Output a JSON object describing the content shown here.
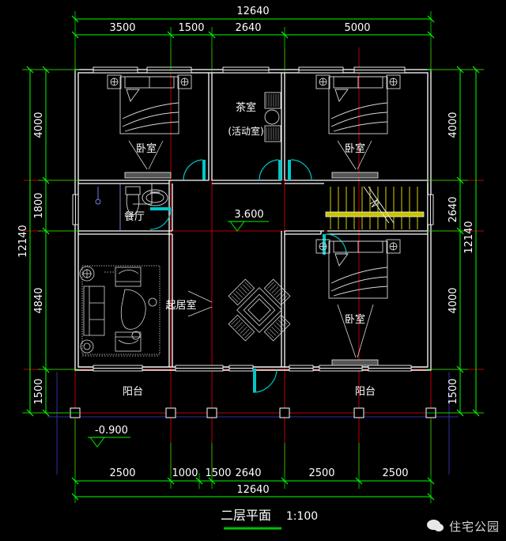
{
  "drawing": {
    "title": "二层平面",
    "scale": "1:100",
    "background_color": "#000000",
    "wall_color": "#ffffff",
    "axis_color": "#ff0000",
    "dimension_color": "#00ff00",
    "door_color": "#00c8c8",
    "stair_color": "#d6d200",
    "furniture_color": "#e6e6e6"
  },
  "dimensions": {
    "top": {
      "total": "12640",
      "segments": [
        "3500",
        "1500",
        "2640",
        "5000"
      ]
    },
    "bottom": {
      "total": "12640",
      "segments": [
        "2500",
        "1000",
        "1500",
        "2640",
        "2500",
        "2500"
      ]
    },
    "left": {
      "total": "12140",
      "segments": [
        "4000",
        "1800",
        "4840",
        "1500"
      ]
    },
    "right": {
      "total": "12140",
      "segments": [
        "4000",
        "2640",
        "4000",
        "1500"
      ]
    }
  },
  "elevations": [
    {
      "value": "3.600",
      "name": "floor-level-marker"
    },
    {
      "value": "-0.900",
      "name": "ground-level-marker"
    }
  ],
  "rooms": [
    {
      "id": "bedroom-top-left",
      "label": "卧室"
    },
    {
      "id": "tearoom",
      "label": "茶室",
      "sublabel": "(活动室)"
    },
    {
      "id": "bedroom-top-right",
      "label": "卧室"
    },
    {
      "id": "dining",
      "label": "餐厅"
    },
    {
      "id": "living",
      "label": "起居室"
    },
    {
      "id": "bedroom-bottom-right",
      "label": "卧室"
    },
    {
      "id": "balcony-left",
      "label": "阳台"
    },
    {
      "id": "balcony-right",
      "label": "阳台"
    }
  ],
  "watermark": {
    "text": "住宅公园",
    "icon": "wechat-icon"
  }
}
